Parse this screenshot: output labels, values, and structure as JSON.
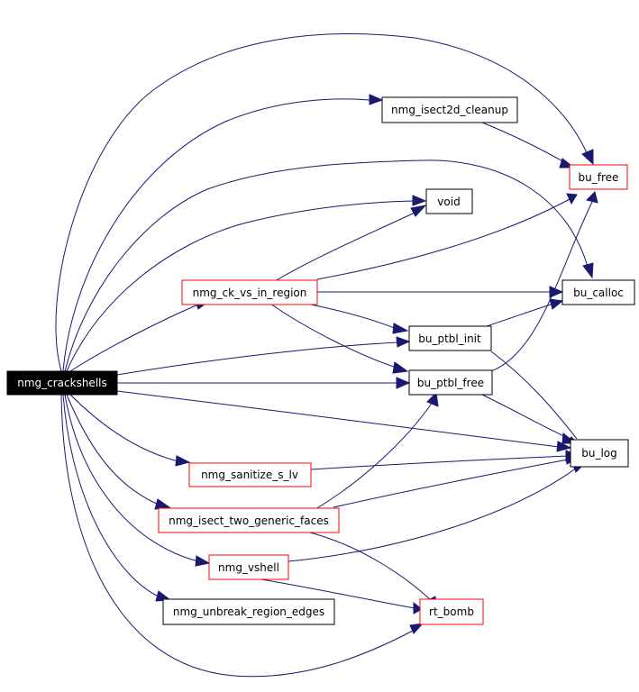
{
  "diagram": {
    "type": "call-graph",
    "root": "nmg_crackshells",
    "colors": {
      "edge": "#191970",
      "root_fill": "#000000",
      "root_text": "#ffffff",
      "node_border": "#000000",
      "undocumented_border": "#ff0000"
    },
    "nodes": {
      "nmg_crackshells": "nmg_crackshells",
      "nmg_isect2d_cleanup": "nmg_isect2d_cleanup",
      "bu_free": "bu_free",
      "void": "void",
      "nmg_ck_vs_in_region": "nmg_ck_vs_in_region",
      "bu_calloc": "bu_calloc",
      "bu_ptbl_init": "bu_ptbl_init",
      "bu_ptbl_free": "bu_ptbl_free",
      "bu_log": "bu_log",
      "nmg_sanitize_s_lv": "nmg_sanitize_s_lv",
      "nmg_isect_two_generic_faces": "nmg_isect_two_generic_faces",
      "nmg_vshell": "nmg_vshell",
      "nmg_unbreak_region_edges": "nmg_unbreak_region_edges",
      "rt_bomb": "rt_bomb"
    },
    "edges": [
      [
        "nmg_crackshells",
        "bu_free"
      ],
      [
        "nmg_crackshells",
        "nmg_isect2d_cleanup"
      ],
      [
        "nmg_crackshells",
        "bu_calloc"
      ],
      [
        "nmg_crackshells",
        "void"
      ],
      [
        "nmg_crackshells",
        "nmg_ck_vs_in_region"
      ],
      [
        "nmg_crackshells",
        "bu_ptbl_init"
      ],
      [
        "nmg_crackshells",
        "bu_ptbl_free"
      ],
      [
        "nmg_crackshells",
        "bu_log"
      ],
      [
        "nmg_crackshells",
        "nmg_sanitize_s_lv"
      ],
      [
        "nmg_crackshells",
        "nmg_isect_two_generic_faces"
      ],
      [
        "nmg_crackshells",
        "nmg_vshell"
      ],
      [
        "nmg_crackshells",
        "nmg_unbreak_region_edges"
      ],
      [
        "nmg_crackshells",
        "rt_bomb"
      ],
      [
        "nmg_isect2d_cleanup",
        "bu_free"
      ],
      [
        "nmg_ck_vs_in_region",
        "void"
      ],
      [
        "nmg_ck_vs_in_region",
        "bu_free"
      ],
      [
        "nmg_ck_vs_in_region",
        "bu_calloc"
      ],
      [
        "nmg_ck_vs_in_region",
        "bu_ptbl_init"
      ],
      [
        "nmg_ck_vs_in_region",
        "bu_ptbl_free"
      ],
      [
        "bu_ptbl_init",
        "bu_calloc"
      ],
      [
        "bu_ptbl_init",
        "bu_log"
      ],
      [
        "bu_ptbl_free",
        "bu_free"
      ],
      [
        "bu_ptbl_free",
        "bu_log"
      ],
      [
        "nmg_sanitize_s_lv",
        "bu_log"
      ],
      [
        "nmg_isect_two_generic_faces",
        "bu_ptbl_free"
      ],
      [
        "nmg_isect_two_generic_faces",
        "bu_log"
      ],
      [
        "nmg_isect_two_generic_faces",
        "rt_bomb"
      ],
      [
        "nmg_vshell",
        "bu_log"
      ],
      [
        "nmg_vshell",
        "rt_bomb"
      ]
    ]
  }
}
